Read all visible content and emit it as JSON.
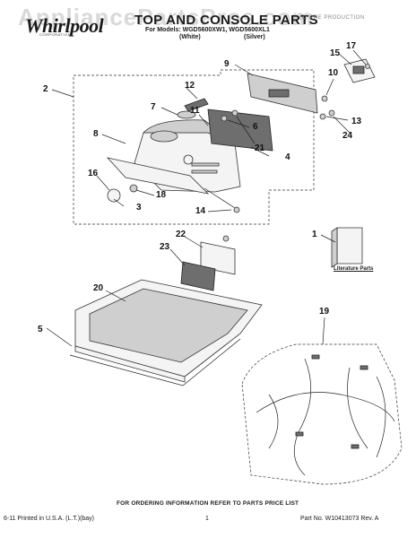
{
  "header": {
    "watermark": "AppliancePartsPros.com",
    "brand": "Whirlpool",
    "brand_sub": "CORPORATION",
    "title": "TOP AND CONSOLE PARTS",
    "models": "For Models: WGD5600XW1, WGD5600XL1",
    "variant_white": "(White)",
    "variant_silver": "(Silver)",
    "top_right": "(Z) PRE PRODUCTION"
  },
  "callouts": {
    "c1": "1",
    "c2": "2",
    "c3": "3",
    "c4": "4",
    "c5": "5",
    "c6": "6",
    "c7": "7",
    "c8": "8",
    "c9": "9",
    "c10": "10",
    "c11": "11",
    "c12": "12",
    "c13": "13",
    "c14": "14",
    "c15": "15",
    "c16": "16",
    "c17": "17",
    "c18": "18",
    "c19": "19",
    "c20": "20",
    "c21": "21",
    "c22": "22",
    "c23": "23",
    "c24": "24"
  },
  "literature_label": "Literature Parts",
  "order_note": "FOR ORDERING INFORMATION REFER TO PARTS PRICE LIST",
  "footer": {
    "left": "6-11 Printed in U.S.A. (L.T.)(bay)",
    "center": "1",
    "right": "Part No. W10413073 Rev. A"
  }
}
